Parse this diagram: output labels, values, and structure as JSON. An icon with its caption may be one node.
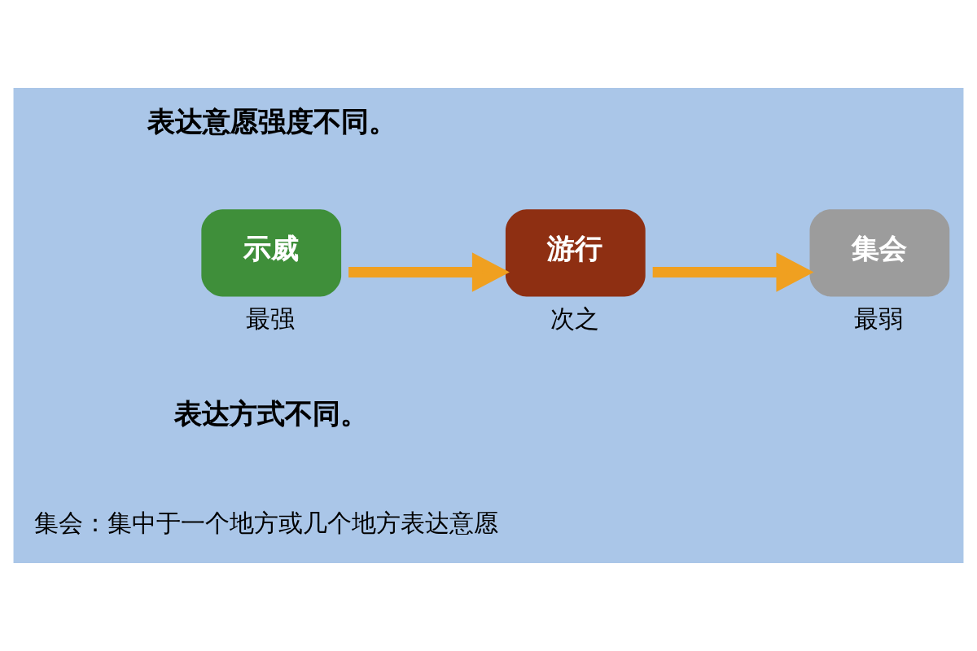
{
  "diagram": {
    "nodes": [
      {
        "text": [
          "示威"
        ],
        "beside": [
          "最强"
        ]
      },
      {
        "text": [
          "游行"
        ],
        "beside": [
          "次之"
        ]
      },
      {
        "text": [
          "集会"
        ],
        "beside": [
          "最弱"
        ]
      }
    ],
    "edges": [
      {
        "from": 0,
        "to": 1,
        "arrow": "to"
      },
      {
        "from": 1,
        "to": 2,
        "arrow": "to"
      }
    ],
    "labels": [
      "表达意愿强度不同。",
      "表达方式不同。",
      "集会：集中于一个地方或几个地方表达意愿"
    ]
  }
}
